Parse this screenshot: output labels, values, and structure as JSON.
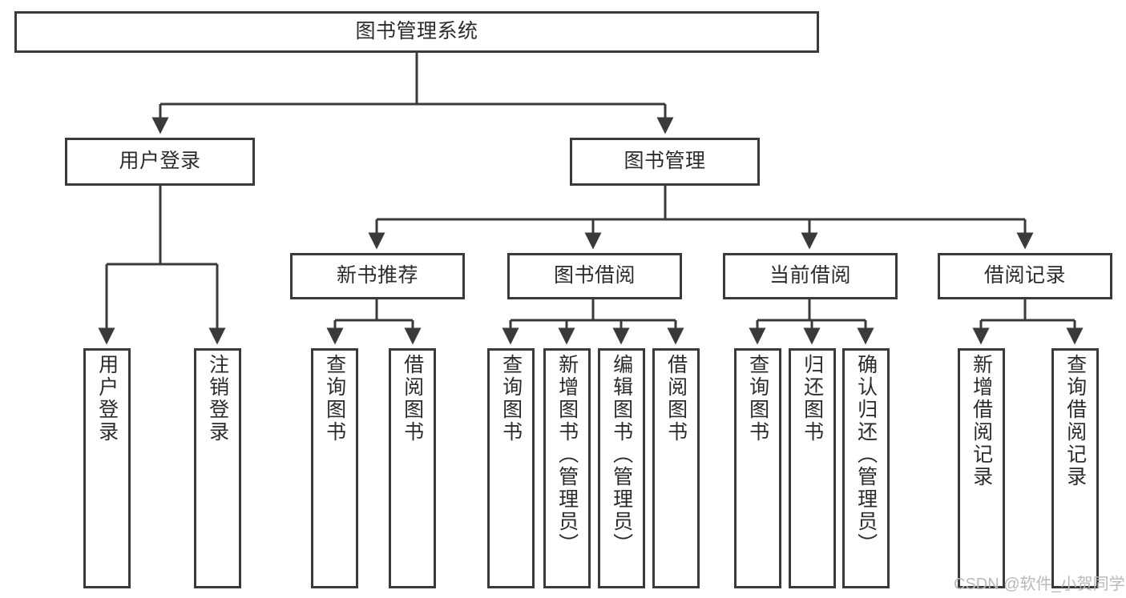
{
  "diagram": {
    "type": "tree-hierarchy",
    "title": "图书管理系统",
    "watermark": "CSDN @软件_小贺同学",
    "stroke_color": "#3a3a3a",
    "fill_color": "#ffffff",
    "text_color": "#2b2b2b",
    "nodes": {
      "root": {
        "label": "图书管理系统"
      },
      "level2": [
        {
          "label": "用户登录"
        },
        {
          "label": "图书管理"
        }
      ],
      "level3": [
        {
          "label": "新书推荐"
        },
        {
          "label": "图书借阅"
        },
        {
          "label": "当前借阅"
        },
        {
          "label": "借阅记录"
        }
      ],
      "leaves_user_login": [
        {
          "label": "用户登录"
        },
        {
          "label": "注销登录"
        }
      ],
      "leaves_new_book": [
        {
          "label": "查询图书"
        },
        {
          "label": "借阅图书"
        }
      ],
      "leaves_borrow": [
        {
          "label": "查询图书"
        },
        {
          "label": "新增图书（管理员）"
        },
        {
          "label": "编辑图书（管理员）"
        },
        {
          "label": "借阅图书"
        }
      ],
      "leaves_current": [
        {
          "label": "查询图书"
        },
        {
          "label": "归还图书"
        },
        {
          "label": "确认归还（管理员）"
        }
      ],
      "leaves_record": [
        {
          "label": "新增借阅记录"
        },
        {
          "label": "查询借阅记录"
        }
      ]
    }
  }
}
